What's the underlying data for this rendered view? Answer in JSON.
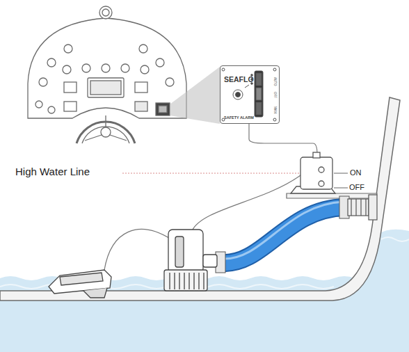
{
  "diagram": {
    "nodes": [
      {
        "text": [
          "SEAFLO",
          "SAFETY ALARM",
          "AUTO",
          "OFF",
          "MAN"
        ]
      }
    ],
    "labels": [
      "High Water Line",
      "ON",
      "OFF"
    ]
  }
}
